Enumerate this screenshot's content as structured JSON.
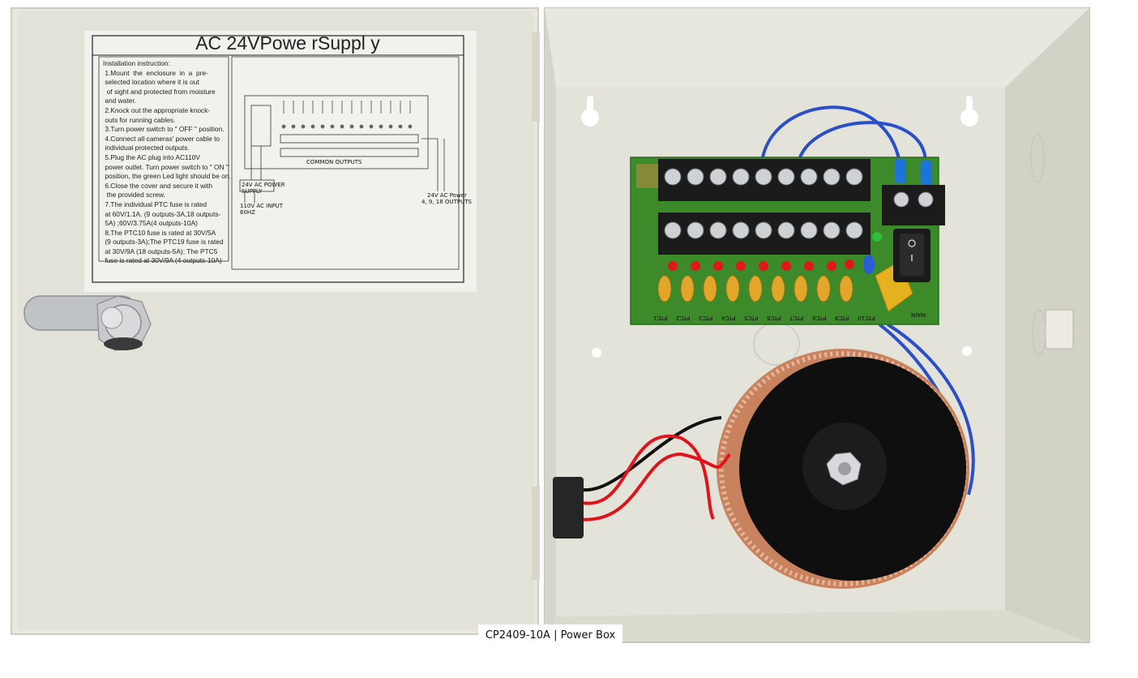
{
  "caption": "CP2409-10A | Power Box",
  "sticker": {
    "title": "AC 24VPowe rSuppl y",
    "instructions": [
      "Installation instruction:",
      " 1.Mount  the  enclosure  in  a  pre-",
      " selected location where it is out",
      "  of sight and protected from moisture",
      " and water.",
      " 2.Knock out the appropriate knock-",
      " outs for running cables.",
      " 3.Turn power switch to \" OFF \" position.",
      " 4.Connect all cameras' power cable to",
      " individual protected outputs.",
      " 5.Plug the AC plug into AC110V",
      " power outlet. Turn power switch to \" ON \"",
      " position, the green Led light should be on.",
      " 6.Close the cover and secure it with",
      "  the provided screw.",
      " 7.The individual PTC fuse is rated",
      " at 60V/1.1A. (9 outputs-3A,18 outputs-",
      " 5A) ;60V/3.75A(4 outputs-10A)",
      " 8.The PTC10 fuse is rated at 30V/5A",
      " (9 outputs-3A);The PTC19 fuse is rated",
      " at 30V/9A (18 outputs-5A); The PTC5",
      " fuse is rated at 30V/9A (4 outputs-10A)"
    ],
    "diagram": {
      "common_outputs": "COMMON OUTPUTS",
      "supply_box": [
        "24V AC POWER",
        "SUPPLY"
      ],
      "input": [
        "110V AC INPUT",
        "60HZ"
      ],
      "output_note": [
        "24V AC Power",
        "4, 9, 18 OUTPUTS"
      ]
    }
  },
  "pcb": {
    "fuse_labels": [
      "PTC1",
      "PTC2",
      "PTC3",
      "PTC4",
      "PTC5",
      "PTC6",
      "PTC7",
      "PTC8",
      "PTC9",
      "PTC10"
    ],
    "main_label": "MAIN"
  },
  "colors": {
    "enclosure": "#e6e5db",
    "pcb": "#3d8a2a",
    "wire_blue": "#2a4fc9",
    "wire_red": "#e0141b"
  }
}
